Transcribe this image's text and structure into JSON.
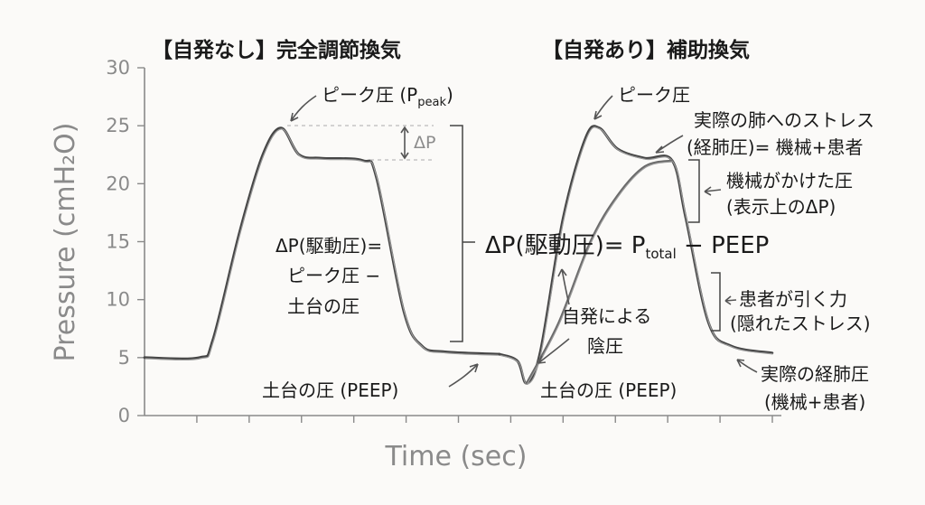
{
  "titles": {
    "left": "【自発なし】完全調節換気",
    "right": "【自発あり】補助換気"
  },
  "axes": {
    "ylabel": "Pressure (cmH₂O)",
    "xlabel": "Time (sec)"
  },
  "annotations": {
    "peak_left_main": "ピーク圧 (P",
    "peak_left_sub": "peak",
    "peak_left_close": ")",
    "delta_p_small": "ΔP",
    "dp_left_line1": "ΔP(駆動圧)=",
    "dp_left_line2": "ピーク圧 −",
    "dp_left_line3": "土台の圧",
    "dp_formula_main": "ΔP(駆動圧)= P",
    "dp_formula_sub": "total",
    "dp_formula_end": " − PEEP",
    "peep_left": "土台の圧 (PEEP)",
    "peak_right": "ピーク圧",
    "stress_line1": "実際の肺へのストレス",
    "stress_line2": "(経肺圧)= 機械+患者",
    "machine_line1": "機械がかけた圧",
    "machine_line2": "(表示上のΔP)",
    "patient_line1": "患者が引く力",
    "patient_line2": "(隠れたストレス)",
    "spont_line1": "自発による",
    "spont_line2": "陰圧",
    "peep_right": "土台の圧 (PEEP)",
    "tp_line1": "実際の経肺圧",
    "tp_line2": "(機械+患者)"
  },
  "chart_data": {
    "type": "line",
    "title": "",
    "xlabel": "Time (sec)",
    "ylabel": "Pressure (cmH₂O)",
    "ylim": [
      0,
      30
    ],
    "yticks": [
      0,
      5,
      10,
      15,
      20,
      25,
      30
    ],
    "x_tick_count": 12,
    "grid": false,
    "series": [
      {
        "values": [
          [
            0,
            5
          ],
          [
            0.6,
            5
          ],
          [
            0.75,
            6.5
          ],
          [
            1.05,
            16
          ],
          [
            1.3,
            22.5
          ],
          [
            1.5,
            24.8
          ],
          [
            1.7,
            22.5
          ],
          [
            1.95,
            22.2
          ],
          [
            2.4,
            22
          ],
          [
            2.55,
            20.5
          ],
          [
            2.85,
            9
          ],
          [
            3.05,
            6
          ],
          [
            3.3,
            5.5
          ],
          [
            3.9,
            5.3
          ]
        ]
      },
      {
        "values": [
          [
            3.9,
            5.3
          ],
          [
            4.1,
            4.7
          ],
          [
            4.2,
            2.8
          ],
          [
            4.35,
            5.5
          ],
          [
            4.6,
            17
          ],
          [
            4.85,
            24
          ],
          [
            5.0,
            24.8
          ],
          [
            5.2,
            23
          ],
          [
            5.5,
            22.2
          ],
          [
            5.8,
            22
          ],
          [
            5.95,
            17
          ],
          [
            6.2,
            8
          ],
          [
            6.45,
            6
          ],
          [
            6.9,
            5.4
          ]
        ]
      },
      {
        "values": [
          [
            4.2,
            2.8
          ],
          [
            4.55,
            8
          ],
          [
            4.9,
            15
          ],
          [
            5.2,
            19
          ],
          [
            5.5,
            21.5
          ],
          [
            5.8,
            22
          ]
        ]
      }
    ]
  }
}
